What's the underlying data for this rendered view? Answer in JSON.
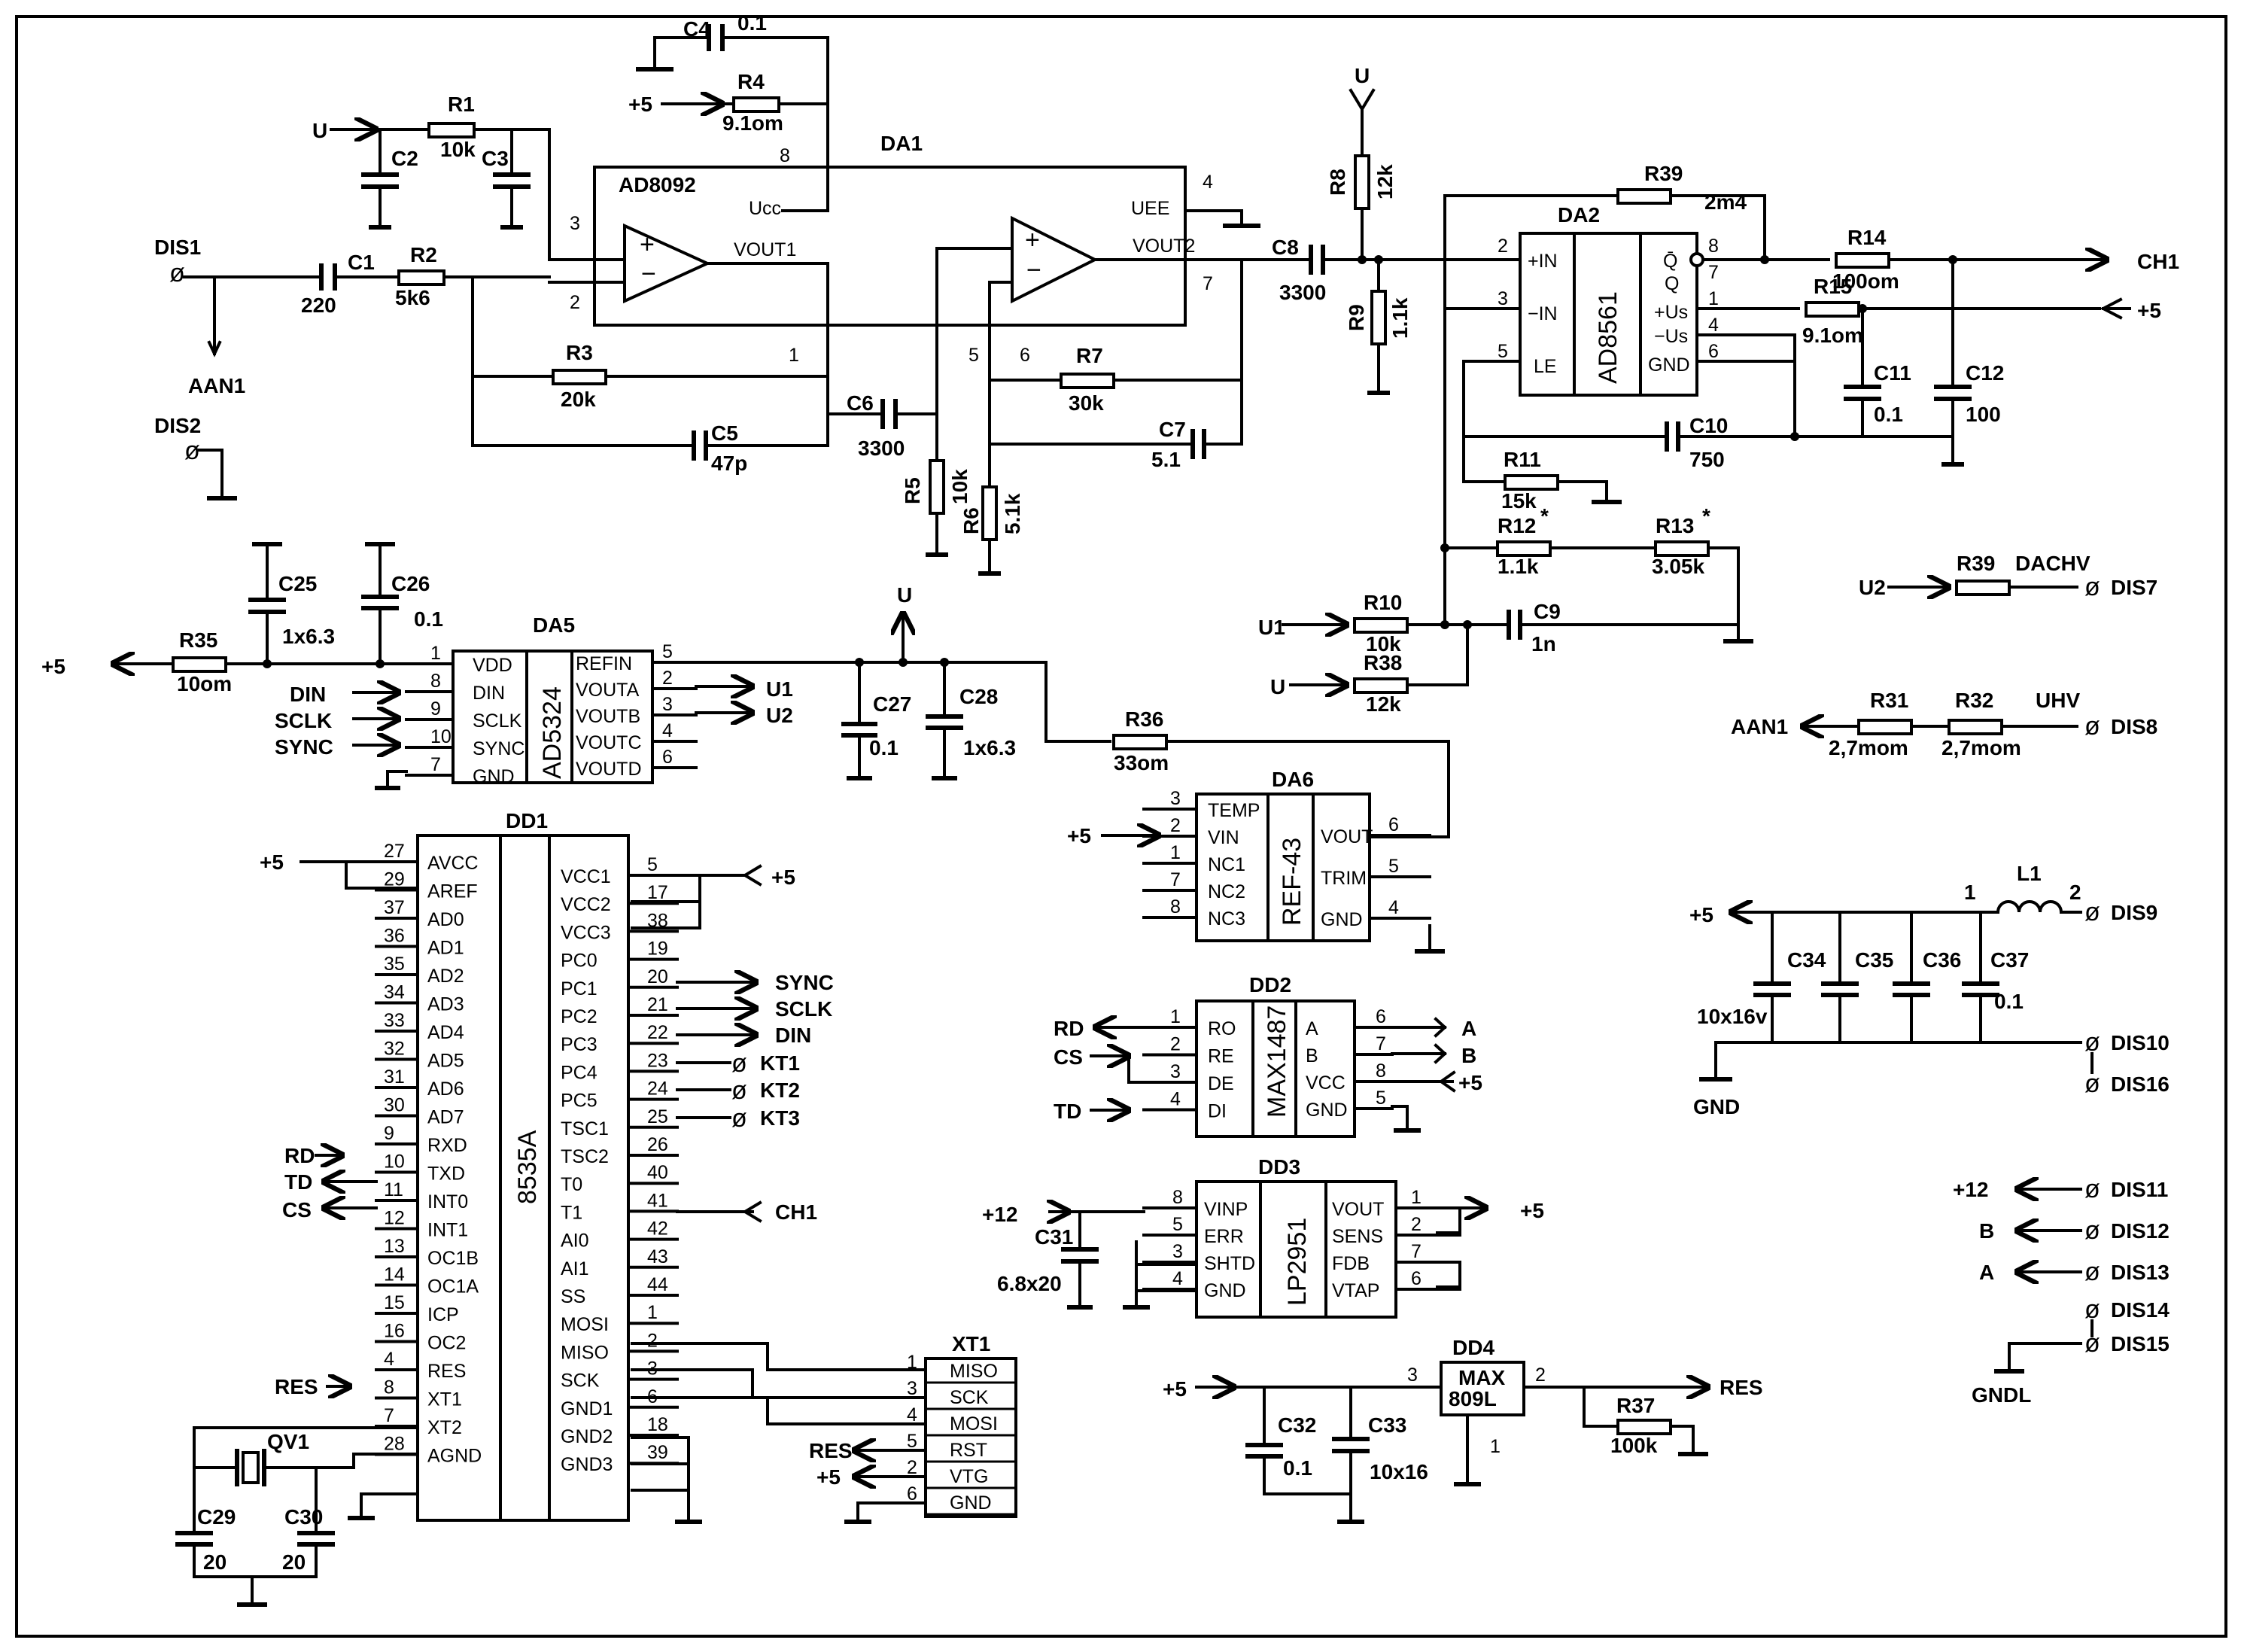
{
  "ics": {
    "da1": {
      "name": "DA1",
      "part": "AD8092",
      "pins": {
        "p8": "8",
        "p3": "3",
        "p2": "2",
        "p1": "1",
        "p4": "4",
        "p7": "7",
        "p5": "5",
        "p6": "6"
      },
      "ucc": "Ucc",
      "uee": "UEE",
      "vout1": "VOUT1",
      "vout2": "VOUT2"
    },
    "da2": {
      "name": "DA2",
      "part": "AD8561",
      "pins": {
        "p2": "2",
        "p3": "3",
        "p5": "5",
        "p8": "8",
        "p7": "7",
        "p1": "1",
        "p4": "4",
        "p6": "6"
      },
      "in_p": "+IN",
      "in_n": "−IN",
      "le": "LE",
      "qn": "Q̄",
      "q": "Q",
      "vsp": "+Us",
      "vsn": "−Us",
      "gnd": "GND"
    },
    "da5": {
      "name": "DA5",
      "part": "AD5324",
      "left_pins": [
        {
          "n": "1",
          "l": "VDD"
        },
        {
          "n": "8",
          "l": "DIN"
        },
        {
          "n": "9",
          "l": "SCLK"
        },
        {
          "n": "10",
          "l": "SYNC"
        },
        {
          "n": "7",
          "l": "GND"
        }
      ],
      "right_pins": [
        {
          "n": "5",
          "l": "REFIN"
        },
        {
          "n": "2",
          "l": "VOUTA"
        },
        {
          "n": "3",
          "l": "VOUTB"
        },
        {
          "n": "4",
          "l": "VOUTC"
        },
        {
          "n": "6",
          "l": "VOUTD"
        }
      ]
    },
    "da6": {
      "name": "DA6",
      "part": "REF-43",
      "left_pins": [
        {
          "n": "3",
          "l": "TEMP"
        },
        {
          "n": "2",
          "l": "VIN"
        },
        {
          "n": "1",
          "l": "NC1"
        },
        {
          "n": "7",
          "l": "NC2"
        },
        {
          "n": "8",
          "l": "NC3"
        }
      ],
      "right_pins": [
        {
          "n": "6",
          "l": "VOUT"
        },
        {
          "n": "5",
          "l": "TRIM"
        },
        {
          "n": "4",
          "l": "GND"
        }
      ]
    },
    "dd1": {
      "name": "DD1",
      "part": "8535A",
      "left_pins": [
        {
          "n": "27",
          "l": "AVCC"
        },
        {
          "n": "29",
          "l": "AREF"
        },
        {
          "n": "37",
          "l": "AD0"
        },
        {
          "n": "36",
          "l": "AD1"
        },
        {
          "n": "35",
          "l": "AD2"
        },
        {
          "n": "34",
          "l": "AD3"
        },
        {
          "n": "33",
          "l": "AD4"
        },
        {
          "n": "32",
          "l": "AD5"
        },
        {
          "n": "31",
          "l": "AD6"
        },
        {
          "n": "30",
          "l": "AD7"
        },
        {
          "n": "9",
          "l": "RXD"
        },
        {
          "n": "10",
          "l": "TXD"
        },
        {
          "n": "11",
          "l": "INT0"
        },
        {
          "n": "12",
          "l": "INT1"
        },
        {
          "n": "13",
          "l": "OC1B"
        },
        {
          "n": "14",
          "l": "OC1A"
        },
        {
          "n": "15",
          "l": "ICP"
        },
        {
          "n": "16",
          "l": "OC2"
        },
        {
          "n": "4",
          "l": "RES"
        },
        {
          "n": "8",
          "l": "XT1"
        },
        {
          "n": "7",
          "l": "XT2"
        },
        {
          "n": "28",
          "l": "AGND"
        }
      ],
      "right_pins": [
        {
          "n": "5",
          "l": "VCC1"
        },
        {
          "n": "17",
          "l": "VCC2"
        },
        {
          "n": "38",
          "l": "VCC3"
        },
        {
          "n": "19",
          "l": "PC0"
        },
        {
          "n": "20",
          "l": "PC1"
        },
        {
          "n": "21",
          "l": "PC2"
        },
        {
          "n": "22",
          "l": "PC3"
        },
        {
          "n": "23",
          "l": "PC4"
        },
        {
          "n": "24",
          "l": "PC5"
        },
        {
          "n": "25",
          "l": "TSC1"
        },
        {
          "n": "26",
          "l": "TSC2"
        },
        {
          "n": "40",
          "l": "T0"
        },
        {
          "n": "41",
          "l": "T1"
        },
        {
          "n": "42",
          "l": "AI0"
        },
        {
          "n": "43",
          "l": "AI1"
        },
        {
          "n": "44",
          "l": "SS"
        },
        {
          "n": "1",
          "l": "MOSI"
        },
        {
          "n": "2",
          "l": "MISO"
        },
        {
          "n": "3",
          "l": "SCK"
        },
        {
          "n": "6",
          "l": "GND1"
        },
        {
          "n": "18",
          "l": "GND2"
        },
        {
          "n": "39",
          "l": "GND3"
        }
      ]
    },
    "dd2": {
      "name": "DD2",
      "part": "MAX1487",
      "left_pins": [
        {
          "n": "1",
          "l": "RO"
        },
        {
          "n": "2",
          "l": "RE"
        },
        {
          "n": "3",
          "l": "DE"
        },
        {
          "n": "4",
          "l": "DI"
        }
      ],
      "right_pins": [
        {
          "n": "6",
          "l": "A"
        },
        {
          "n": "7",
          "l": "B"
        },
        {
          "n": "8",
          "l": "VCC"
        },
        {
          "n": "5",
          "l": "GND"
        }
      ]
    },
    "dd3": {
      "name": "DD3",
      "part": "LP2951",
      "left_pins": [
        {
          "n": "8",
          "l": "VINP"
        },
        {
          "n": "5",
          "l": "ERR"
        },
        {
          "n": "3",
          "l": "SHTD"
        },
        {
          "n": "4",
          "l": "GND"
        }
      ],
      "right_pins": [
        {
          "n": "1",
          "l": "VOUT"
        },
        {
          "n": "2",
          "l": "SENS"
        },
        {
          "n": "7",
          "l": "FDB"
        },
        {
          "n": "6",
          "l": "VTAP"
        }
      ]
    },
    "dd4": {
      "name": "DD4",
      "part1": "MAX",
      "part2": "809L",
      "p3": "3",
      "p2": "2",
      "p1": "1"
    },
    "xt1": {
      "name": "XT1",
      "rows": [
        {
          "n": "1",
          "l": "MISO"
        },
        {
          "n": "3",
          "l": "SCK"
        },
        {
          "n": "4",
          "l": "MOSI"
        },
        {
          "n": "5",
          "l": "RST"
        },
        {
          "n": "2",
          "l": "VTG"
        },
        {
          "n": "6",
          "l": "GND"
        }
      ]
    }
  },
  "components": {
    "r1": {
      "ref": "R1",
      "val": "10k"
    },
    "r2": {
      "ref": "R2",
      "val": "5k6"
    },
    "r3": {
      "ref": "R3",
      "val": "20k"
    },
    "r4": {
      "ref": "R4",
      "val": "9.1om"
    },
    "r5": {
      "ref": "R5",
      "val": "10k"
    },
    "r6": {
      "ref": "R6",
      "val": "5.1k"
    },
    "r7": {
      "ref": "R7",
      "val": "30k"
    },
    "r8": {
      "ref": "R8",
      "val": "12k"
    },
    "r9": {
      "ref": "R9",
      "val": "1.1k"
    },
    "r10": {
      "ref": "R10",
      "val": "10k"
    },
    "r11": {
      "ref": "R11",
      "val": "15k"
    },
    "r12": {
      "ref": "R12",
      "val": "1.1k"
    },
    "r13": {
      "ref": "R13",
      "val": "3.05k"
    },
    "r14": {
      "ref": "R14",
      "val": "100om"
    },
    "r15": {
      "ref": "R15",
      "val": "9.1om"
    },
    "r31": {
      "ref": "R31",
      "val": "2,7mom"
    },
    "r32": {
      "ref": "R32",
      "val": "2,7mom"
    },
    "r35": {
      "ref": "R35",
      "val": "10om"
    },
    "r36": {
      "ref": "R36",
      "val": "33om"
    },
    "r37": {
      "ref": "R37",
      "val": "100k"
    },
    "r38": {
      "ref": "R38",
      "val": "12k"
    },
    "r39a": {
      "ref": "R39",
      "val": "2m4"
    },
    "r39b": {
      "ref": "R39",
      "val": ""
    },
    "c1": {
      "ref": "C1",
      "val": "220"
    },
    "c2": {
      "ref": "C2",
      "val": ""
    },
    "c3": {
      "ref": "C3",
      "val": ""
    },
    "c4": {
      "ref": "C4",
      "val": "0.1"
    },
    "c5": {
      "ref": "C5",
      "val": "47p"
    },
    "c6": {
      "ref": "C6",
      "val": "3300"
    },
    "c7": {
      "ref": "C7",
      "val": "5.1"
    },
    "c8": {
      "ref": "C8",
      "val": "3300"
    },
    "c9": {
      "ref": "C9",
      "val": "1n"
    },
    "c10": {
      "ref": "C10",
      "val": "750"
    },
    "c11": {
      "ref": "C11",
      "val": "0.1"
    },
    "c12": {
      "ref": "C12",
      "val": "100"
    },
    "c25": {
      "ref": "C25",
      "val": "1x6.3"
    },
    "c26": {
      "ref": "C26",
      "val": "0.1"
    },
    "c27": {
      "ref": "C27",
      "val": "0.1"
    },
    "c28": {
      "ref": "C28",
      "val": "1x6.3"
    },
    "c29": {
      "ref": "C29",
      "val": "20"
    },
    "c30": {
      "ref": "C30",
      "val": "20"
    },
    "c31": {
      "ref": "C31",
      "val": "6.8x20"
    },
    "c32": {
      "ref": "C32",
      "val": "0.1"
    },
    "c33": {
      "ref": "C33",
      "val": "10x16"
    },
    "c34": {
      "ref": "C34",
      "val": "10x16v"
    },
    "c35": {
      "ref": "C35",
      "val": ""
    },
    "c36": {
      "ref": "C36",
      "val": ""
    },
    "c37": {
      "ref": "C37",
      "val": "0.1"
    },
    "l1": {
      "ref": "L1",
      "p1": "1",
      "p2": "2"
    },
    "qv1": {
      "ref": "QV1"
    }
  },
  "nets": {
    "u": "U",
    "u1": "U1",
    "u2": "U2",
    "p5": "+5",
    "p12": "+12",
    "ch1": "CH1",
    "din": "DIN",
    "sclk": "SCLK",
    "sync": "SYNC",
    "rd": "RD",
    "td": "TD",
    "cs": "CS",
    "res": "RES",
    "kt1": "KT1",
    "kt2": "KT2",
    "kt3": "KT3",
    "aan1": "AAN1",
    "dachv": "DACHV",
    "uhv": "UHV",
    "gnd": "GND",
    "gndl": "GNDL",
    "a": "A",
    "b": "B"
  },
  "terminals": {
    "dis1": "DIS1",
    "dis2": "DIS2",
    "dis7": "DIS7",
    "dis8": "DIS8",
    "dis9": "DIS9",
    "dis10": "DIS10",
    "dis11": "DIS11",
    "dis12": "DIS12",
    "dis13": "DIS13",
    "dis14": "DIS14",
    "dis15": "DIS15",
    "dis16": "DIS16"
  }
}
